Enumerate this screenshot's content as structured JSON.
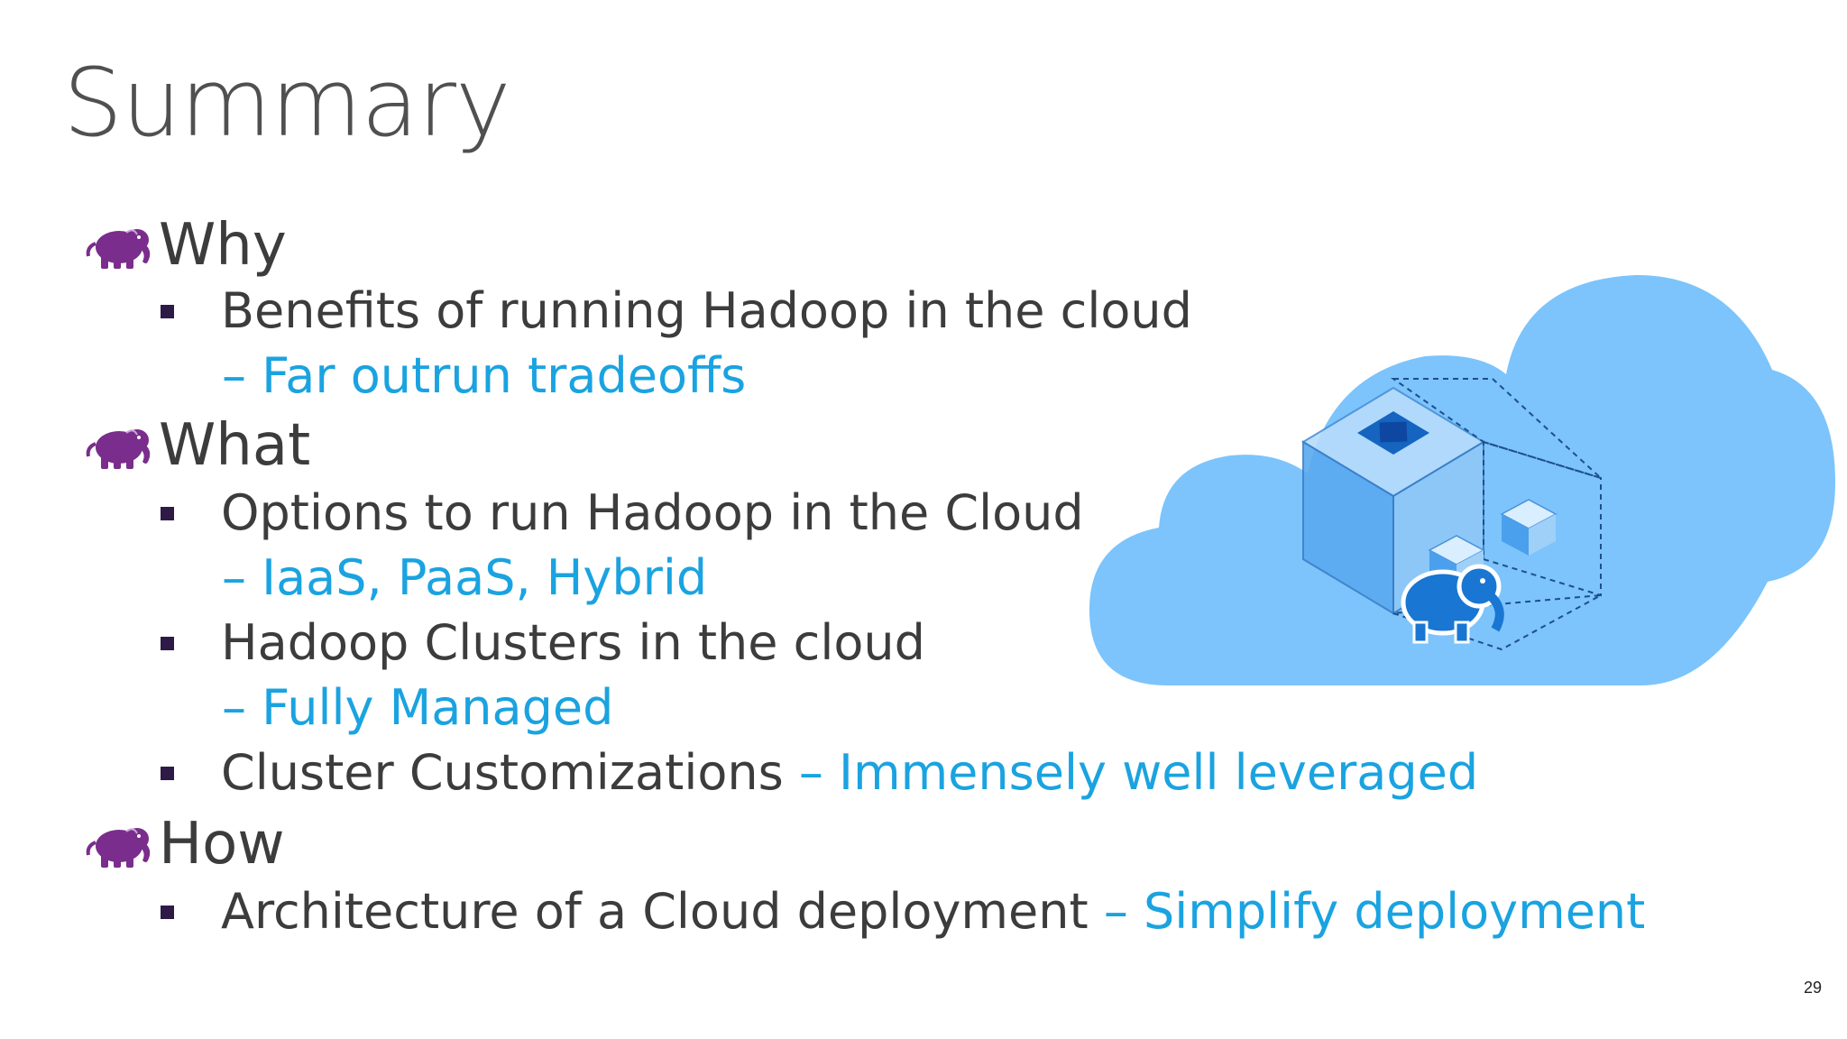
{
  "slide": {
    "title": "Summary",
    "page_number": "29",
    "sections": {
      "why": {
        "heading": "Why",
        "items": [
          {
            "text": "Benefits of running Hadoop in the cloud",
            "accent": "– Far outrun tradeoffs"
          }
        ]
      },
      "what": {
        "heading": "What",
        "items": [
          {
            "text": "Options to run Hadoop in the Cloud",
            "accent": "– IaaS, PaaS, Hybrid"
          },
          {
            "text": "Hadoop Clusters in the cloud",
            "accent": "– Fully Managed"
          },
          {
            "text": "Cluster Customizations",
            "accent": "– Immensely well leveraged"
          }
        ]
      },
      "how": {
        "heading": "How",
        "items": [
          {
            "text": "Architecture of a Cloud deployment",
            "accent": "– Simplify deployment"
          }
        ]
      }
    }
  },
  "colors": {
    "title": "#505050",
    "body_text": "#3c3c3c",
    "accent": "#1aa3e0",
    "bullet": "#2e1a47",
    "elephant_icon": "#7a2d8c",
    "cloud": "#7cc4fb"
  },
  "icons": {
    "section_icon": "hadoop-elephant-icon",
    "illustration": "cloud-cluster-illustration"
  }
}
